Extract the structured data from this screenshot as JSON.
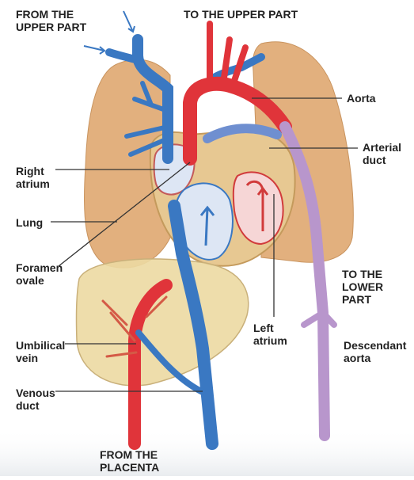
{
  "labels": {
    "from_upper_part": "FROM THE\nUPPER PART",
    "to_upper_part": "TO THE UPPER PART",
    "aorta": "Aorta",
    "arterial_duct": "Arterial\nduct",
    "right_atrium": "Right\natrium",
    "lung": "Lung",
    "foramen_ovale": "Foramen\novale",
    "to_lower_part": "TO THE\nLOWER\nPART",
    "left_atrium": "Left\natrium",
    "umbilical_vein": "Umbilical\nvein",
    "descendant_aorta": "Descendant\naorta",
    "venous_duct": "Venous\nduct",
    "from_placenta": "FROM THE\nPLACENTA"
  },
  "colors": {
    "lung": "#e2b07e",
    "liver": "#ecd9a2",
    "oxygenated_blood": "#e0343a",
    "deoxygenated_blood": "#3a78c2",
    "mixed_blood": "#b896cc",
    "heart_wall": "#e7c892",
    "leader_line": "#333333"
  }
}
